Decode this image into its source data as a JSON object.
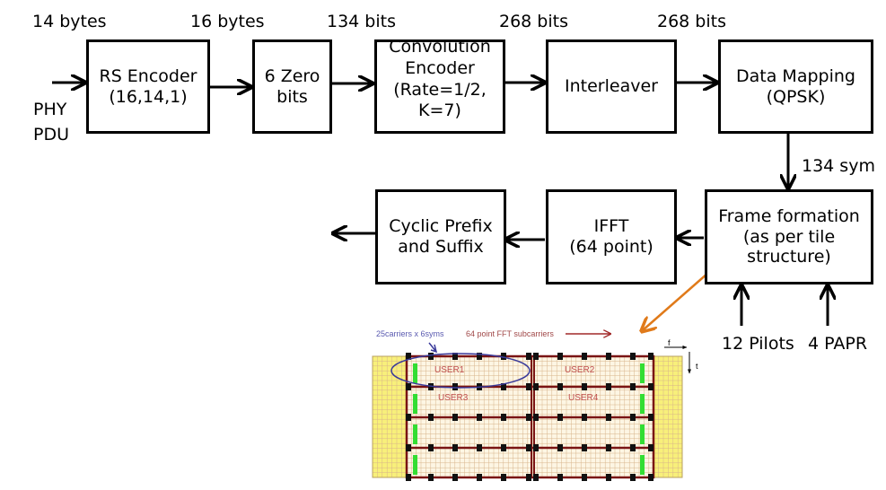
{
  "input": {
    "line1": "PHY",
    "line2": "PDU"
  },
  "sizes": {
    "in_rs": "14 bytes",
    "rs_zero": "16 bytes",
    "zero_conv": "134 bits",
    "conv_int": "268 bits",
    "int_map": "268 bits",
    "map_frame": "134 sym"
  },
  "blocks": {
    "rs": {
      "line1": "RS Encoder",
      "line2": "(16,14,1)"
    },
    "zero": {
      "line1": "6 Zero",
      "line2": "bits"
    },
    "conv": {
      "line1": "Convolution",
      "line2": "Encoder",
      "line3": "(Rate=1/2,",
      "line4": "K=7)"
    },
    "interleaver": {
      "line1": "Interleaver"
    },
    "mapping": {
      "line1": "Data Mapping",
      "line2": "(QPSK)"
    },
    "frame": {
      "line1": "Frame formation",
      "line2": "(as per tile",
      "line3": "structure)"
    },
    "ifft": {
      "line1": "IFFT",
      "line2": "(64 point)"
    },
    "cp": {
      "line1": "Cyclic Prefix",
      "line2": "and Suffix"
    }
  },
  "inputs_frame": {
    "pilots": "12 Pilots",
    "papr": "4 PAPR"
  },
  "tile": {
    "carriers_label": "25carriers x 6syms",
    "fft_label": "64 point FFT subcarriers",
    "axis_f": "f",
    "axis_t": "t",
    "users": [
      "USER1",
      "USER2",
      "USER3",
      "USER4"
    ],
    "colors": {
      "guard": "#f8f07a",
      "grid_bg": "#fdf6e4",
      "grid_line": "#d8b48a",
      "tile_border": "#7a1414",
      "pilot": "#111111",
      "papr": "#33dd33",
      "ellipse": "#3a3a9a",
      "fft_arrow": "#a02828",
      "pointer_arrow": "#e07a1a",
      "user_text": "#c05050",
      "carriers_text": "#5a5ab0"
    }
  }
}
